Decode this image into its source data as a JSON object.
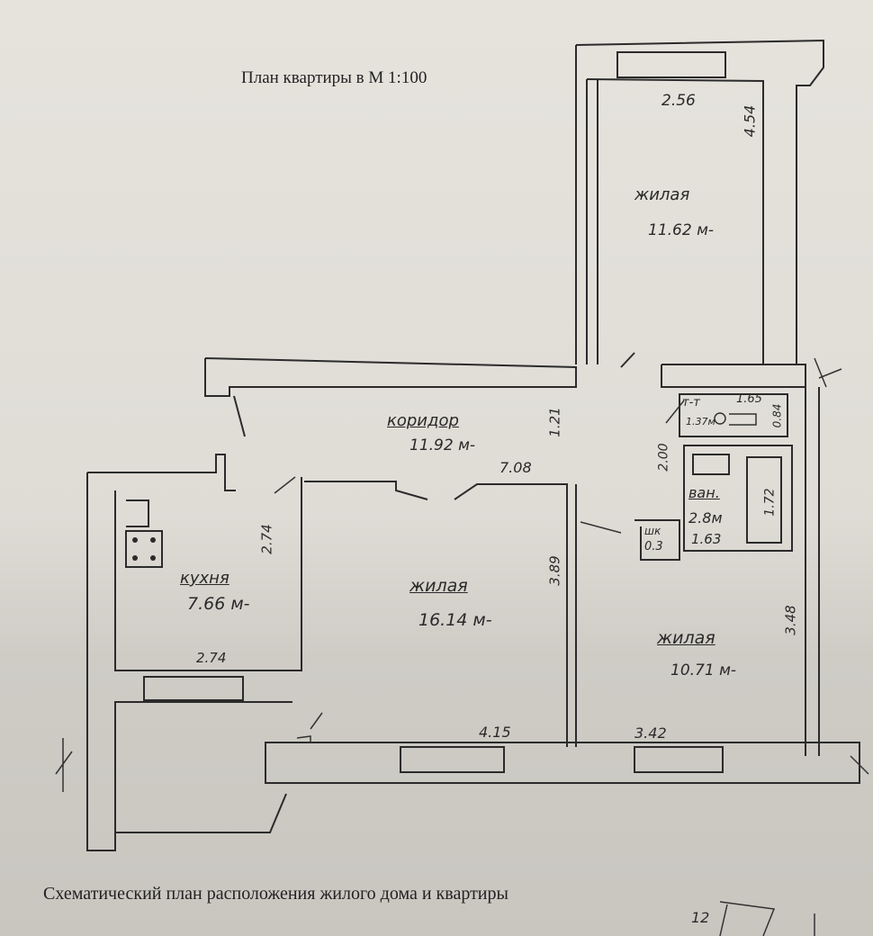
{
  "title": "План квартиры в М 1:100",
  "caption": "Схематический план расположения жилого дома и квартиры",
  "rooms": {
    "top_living": {
      "name": "жилая",
      "area": "11.62 м-",
      "width": "2.56",
      "length": "4.54"
    },
    "corridor": {
      "name": "коридор",
      "area": "11.92 м-",
      "dim_side": "1.21",
      "dim_bottom": "7.08"
    },
    "kitchen": {
      "name": "кухня",
      "area": "7.66 м-",
      "dim_side": "2.74",
      "dim_bottom": "2.74"
    },
    "center_living": {
      "name": "жилая",
      "area": "16.14 м-",
      "dim_side": "3.89",
      "dim_bottom": "4.15"
    },
    "right_living": {
      "name": "жилая",
      "area": "10.71 м-",
      "dim_side": "3.48",
      "dim_bottom": "3.42"
    },
    "toilet": {
      "name": "т-т",
      "area": "1.37м",
      "width": "1.65",
      "depth": "0.84"
    },
    "bath": {
      "name": "ван.",
      "area": "2.8м",
      "width": "1.63",
      "depth": "1.72",
      "side": "2.00"
    },
    "closet": {
      "name": "шк",
      "area": "0.3"
    }
  },
  "corner_mark": "12"
}
